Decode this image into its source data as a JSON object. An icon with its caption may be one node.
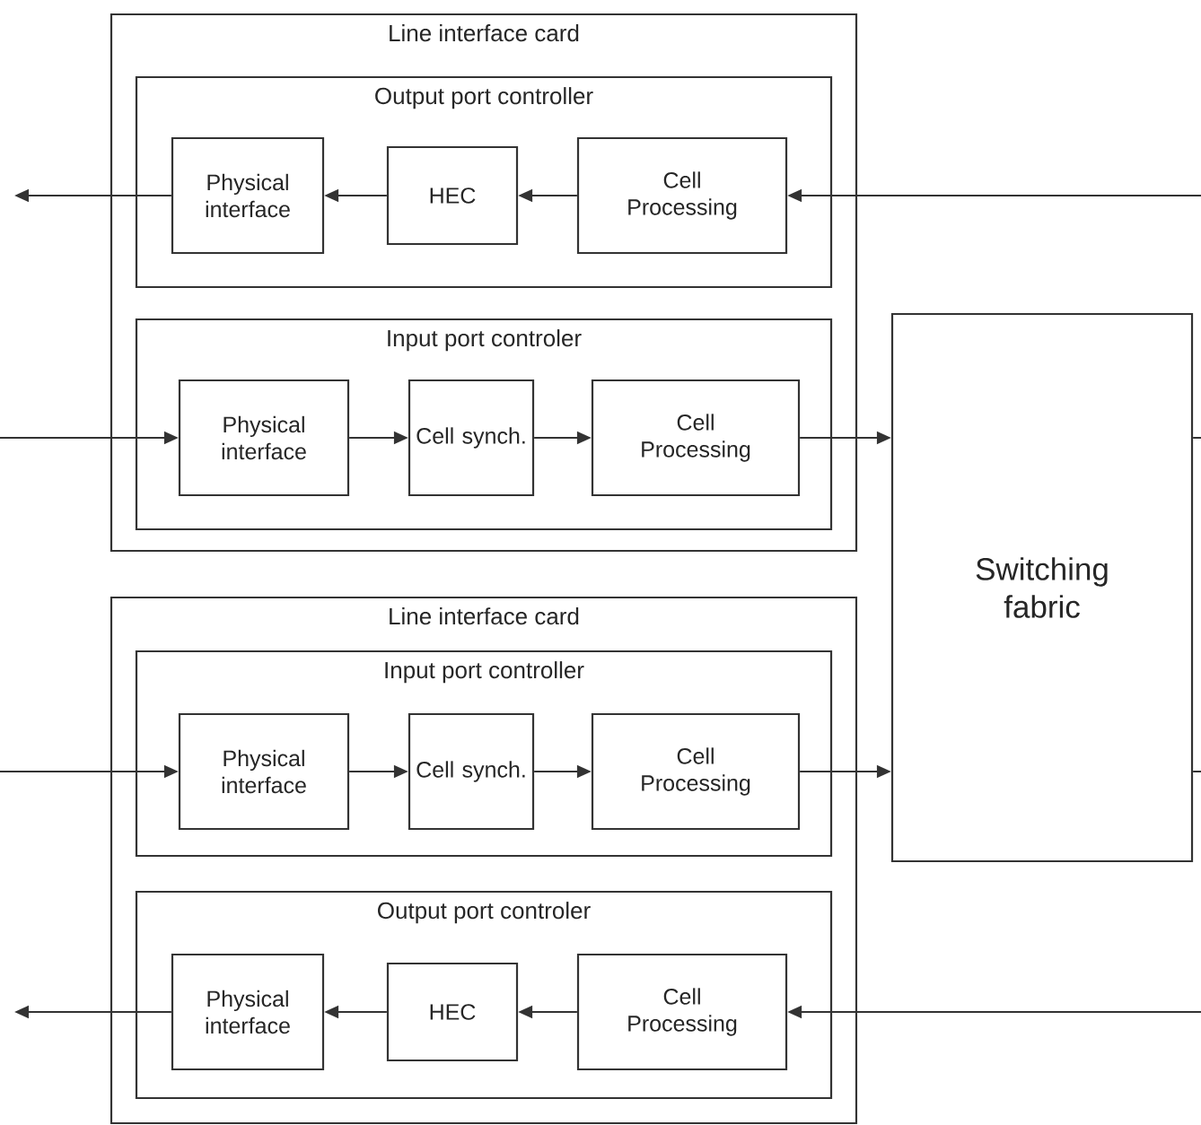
{
  "diagram": {
    "nodes": [
      {
        "text": [
          "Line interface card"
        ]
      },
      {
        "text": [
          "Output port controller"
        ],
        "in": 0
      },
      {
        "text": [
          "Physical interface"
        ],
        "in": 1
      },
      {
        "text": [
          "HEC"
        ],
        "in": 1
      },
      {
        "text": [
          "Cell Processing"
        ],
        "in": 1
      },
      {
        "text": [
          "Input port controler"
        ],
        "in": 0
      },
      {
        "text": [
          "Physical interface"
        ],
        "in": 5
      },
      {
        "text": [
          "Cell synch."
        ],
        "in": 5
      },
      {
        "text": [
          "Cell Processing"
        ],
        "in": 5
      },
      {
        "text": [
          "Switching fabric"
        ]
      },
      {
        "text": [
          "Line interface card"
        ]
      },
      {
        "text": [
          "Input port controller"
        ],
        "in": 10
      },
      {
        "text": [
          "Physical interface"
        ],
        "in": 11
      },
      {
        "text": [
          "Cell synch."
        ],
        "in": 11
      },
      {
        "text": [
          "Cell Processing"
        ],
        "in": 11
      },
      {
        "text": [
          "Output port controler"
        ],
        "in": 10
      },
      {
        "text": [
          "Physical interface"
        ],
        "in": 15
      },
      {
        "text": [
          "HEC"
        ],
        "in": 15
      },
      {
        "text": [
          "Cell Processing"
        ],
        "in": 15
      }
    ],
    "edges": [
      {
        "from": null,
        "to": 4,
        "arrow": "to"
      },
      {
        "from": 4,
        "to": 3,
        "arrow": "to"
      },
      {
        "from": 3,
        "to": 2,
        "arrow": "to"
      },
      {
        "from": 2,
        "to": null,
        "arrow": "to"
      },
      {
        "from": null,
        "to": 6,
        "arrow": "to"
      },
      {
        "from": 6,
        "to": 7,
        "arrow": "to"
      },
      {
        "from": 7,
        "to": 8,
        "arrow": "to"
      },
      {
        "from": 8,
        "to": 9,
        "arrow": "to"
      },
      {
        "from": 9,
        "to": null,
        "arrow": "none"
      },
      {
        "from": null,
        "to": 12,
        "arrow": "to"
      },
      {
        "from": 12,
        "to": 13,
        "arrow": "to"
      },
      {
        "from": 13,
        "to": 14,
        "arrow": "to"
      },
      {
        "from": 14,
        "to": 9,
        "arrow": "to"
      },
      {
        "from": 9,
        "to": null,
        "arrow": "none"
      },
      {
        "from": null,
        "to": 18,
        "arrow": "to"
      },
      {
        "from": 18,
        "to": 17,
        "arrow": "to"
      },
      {
        "from": 17,
        "to": 16,
        "arrow": "to"
      },
      {
        "from": 16,
        "to": null,
        "arrow": "to"
      }
    ]
  }
}
